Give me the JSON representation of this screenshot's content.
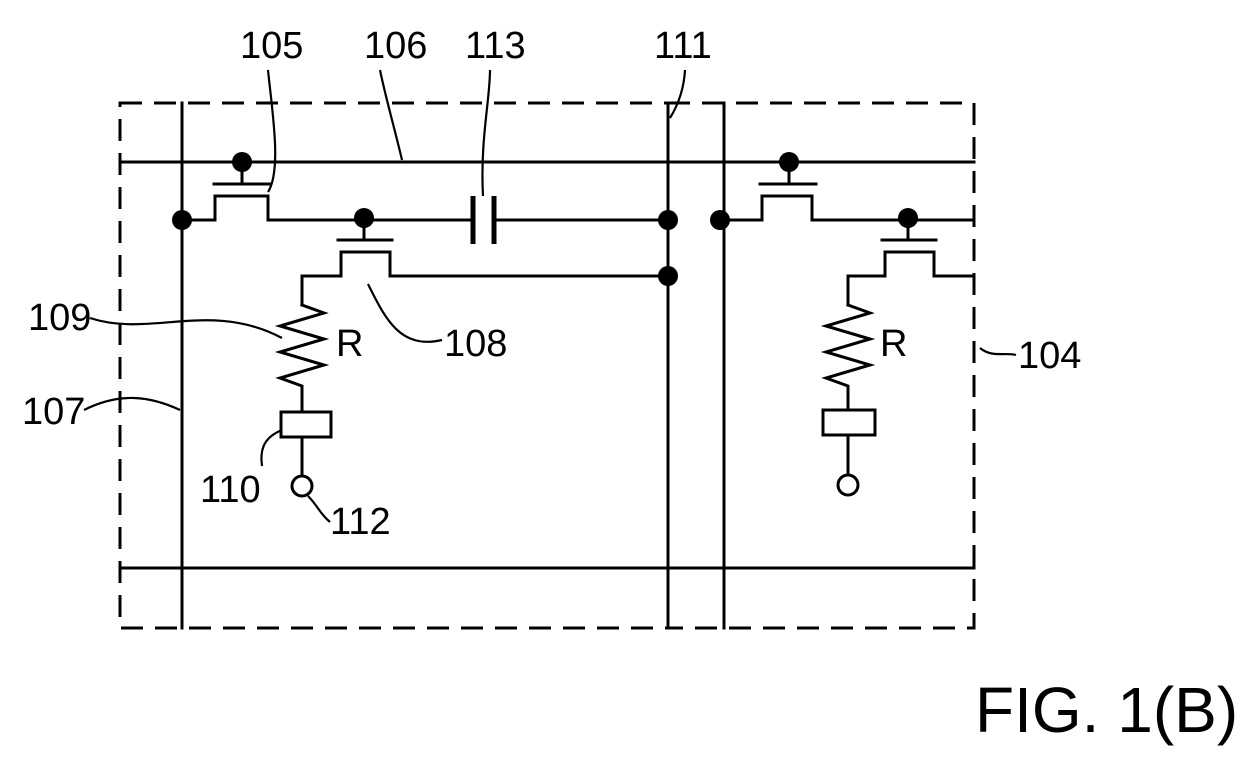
{
  "labels": {
    "l105": "105",
    "l106": "106",
    "l113": "113",
    "l111": "111",
    "l109": "109",
    "l108": "108",
    "l107": "107",
    "l110": "110",
    "l112": "112",
    "l104": "104",
    "r_left": "R",
    "r_right": "R"
  },
  "figure_label": "FIG. 1(B)"
}
